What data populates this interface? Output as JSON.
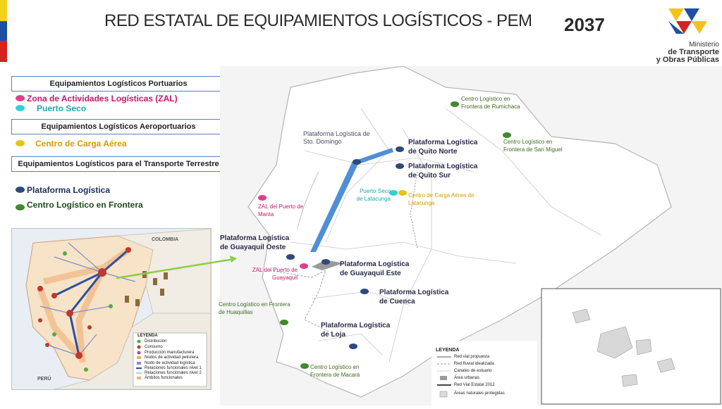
{
  "title": "RED ESTATAL DE EQUIPAMIENTOS LOGÍSTICOS - PEM",
  "year": "2037",
  "logo": {
    "line1": "Ministerio",
    "line2": "de Transporte",
    "line3": "y Obras Públicas"
  },
  "legend": {
    "sections": [
      "Equipamientos Logísticos Portuarios",
      "Equipamientos Logísticos Aeroportuarios",
      "Equipamientos Logísticos para el Transporte Terrestre"
    ],
    "items": {
      "zal": "Zona de Actividades Logísticas (ZAL)",
      "puerto_seco": "Puerto Seco",
      "carga_aerea": "Centro de Carga Aérea",
      "plataforma": "Plataforma Logística",
      "frontera": "Centro Logístico en Frontera"
    },
    "colors": {
      "zal": "#e0408a",
      "puerto_seco": "#2ed3d8",
      "carga_aerea": "#e8c21a",
      "plataforma": "#2e4a7a",
      "frontera": "#3f8a2e",
      "zal_text": "#c2186b",
      "seco_text": "#1fa5b0",
      "aerea_text": "#d89a00",
      "link": "#4f8fd6",
      "arrow": "#8dcc4a"
    }
  },
  "map_labels": {
    "rumichaca": "Centro Logístico en Frontera de Rumichaca",
    "san_miguel": "Centro Logístico en Frontera de San Miguel",
    "sto_domingo": "Plataforma Logística de Sto. Domingo",
    "quito_norte": "Plataforma Logística de Quito Norte",
    "quito_sur": "Plataforma Logística de Quito Sur",
    "latacunga_seco": "Puerto Seco de Latacunga",
    "latacunga_aerea": "Centro de Carga Aérea de Latacunga",
    "zal_manta": "ZAL del Puerto de Manta",
    "gye_oeste": "Plataforma Logística de Guayaquil Oeste",
    "zal_gye": "ZAL del Puerto de Guayaquil",
    "gye_este": "Plataforma Logística de Guayaquil Este",
    "cuenca": "Plataforma Logística de Cuenca",
    "huaquillas": "Centro Logístico en Frontera de Huaquillas",
    "loja": "Plataforma Logística de Loja",
    "macara": "Centro Logístico en Frontera de Macará"
  },
  "map_legend": {
    "title": "LEYENDA",
    "items": [
      "Red vial propuesta",
      "Red fluvial idealizada",
      "Canales de estuario",
      "Área urbanas",
      "Red Vial Estatal 2012",
      "Áreas naturales protegidas"
    ]
  },
  "inset": {
    "colombia": "COLOMBIA",
    "peru": "PERÚ",
    "legend_title": "LEYENDA",
    "legend_items": [
      "Distribución",
      "Consumo",
      "Producción manufacturera",
      "Nodos de actividad petrolera",
      "Nodo de actividad logística",
      "Relaciones funcionales nivel 1",
      "Relaciones funcionales nivel 2",
      "Ámbitos funcionales"
    ]
  }
}
